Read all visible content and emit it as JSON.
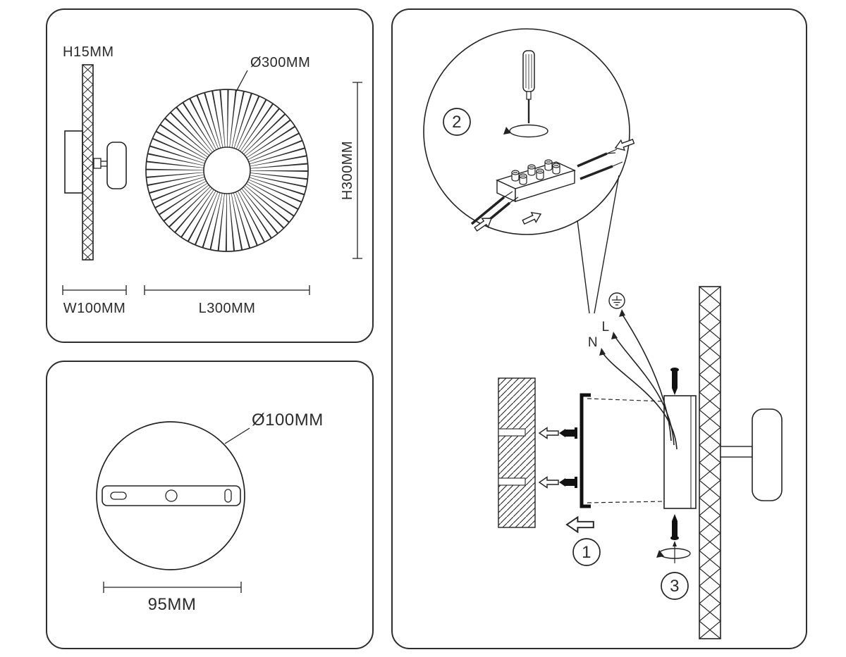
{
  "colors": {
    "line": "#222222",
    "text": "#2b2b2b",
    "background": "#ffffff"
  },
  "dimensions_panel": {
    "shade_thickness": "H15MM",
    "shade_diameter": "Ø300MM",
    "shade_height": "H300MM",
    "base_width": "W100MM",
    "shade_length": "L300MM"
  },
  "plate_panel": {
    "plate_diameter": "Ø100MM",
    "hole_spacing": "95MM"
  },
  "install_panel": {
    "step_1": "1",
    "step_2": "2",
    "step_3": "3",
    "wire_live": "L",
    "wire_neutral": "N"
  }
}
